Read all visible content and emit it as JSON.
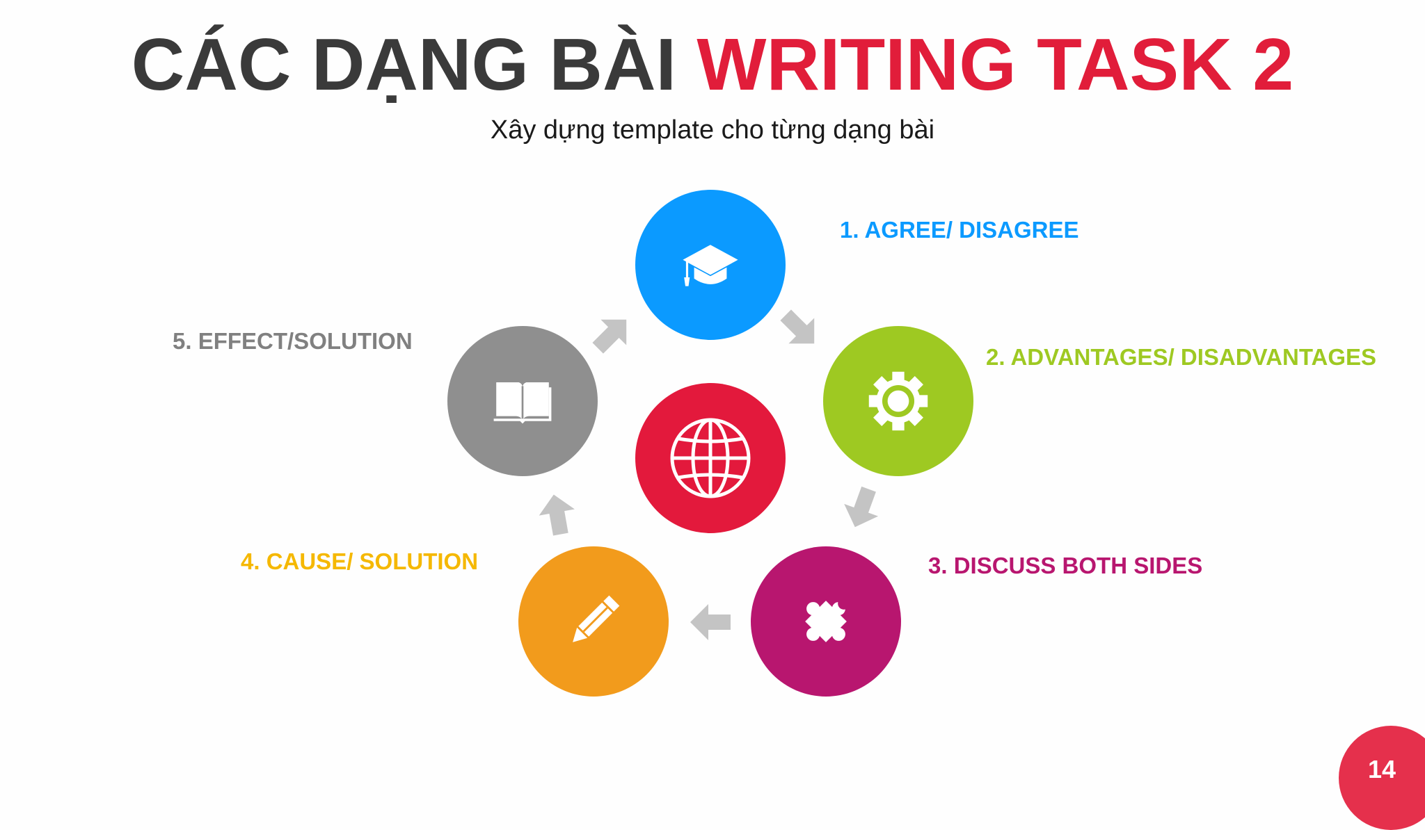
{
  "title": {
    "part1": "CÁC DẠNG BÀI",
    "part2": "WRITING TASK 2"
  },
  "subtitle": "Xây dựng template cho từng dạng bài",
  "colors": {
    "blue": "#0b9aff",
    "green": "#9ec922",
    "magenta": "#b8166f",
    "orange": "#f29b1c",
    "gray": "#8f8f8f",
    "red": "#e3193c",
    "arrow": "#c4c4c4",
    "title_dark": "#3a3a3a",
    "title_red": "#e11d3a"
  },
  "nodes": [
    {
      "label": "1. AGREE/ DISAGREE",
      "icon": "graduation-cap-icon",
      "color": "#0b9aff"
    },
    {
      "label": "2. ADVANTAGES/ DISADVANTAGES",
      "icon": "gear-icon",
      "color": "#9ec922"
    },
    {
      "label": "3. DISCUSS BOTH SIDES",
      "icon": "puzzle-icon",
      "color": "#b8166f"
    },
    {
      "label": "4. CAUSE/ SOLUTION",
      "icon": "pencil-icon",
      "color": "#f29b1c"
    },
    {
      "label": "5. EFFECT/SOLUTION",
      "icon": "open-book-icon",
      "color": "#8f8f8f"
    }
  ],
  "center": {
    "icon": "globe-icon",
    "color": "#e3193c"
  },
  "page_number": "14"
}
